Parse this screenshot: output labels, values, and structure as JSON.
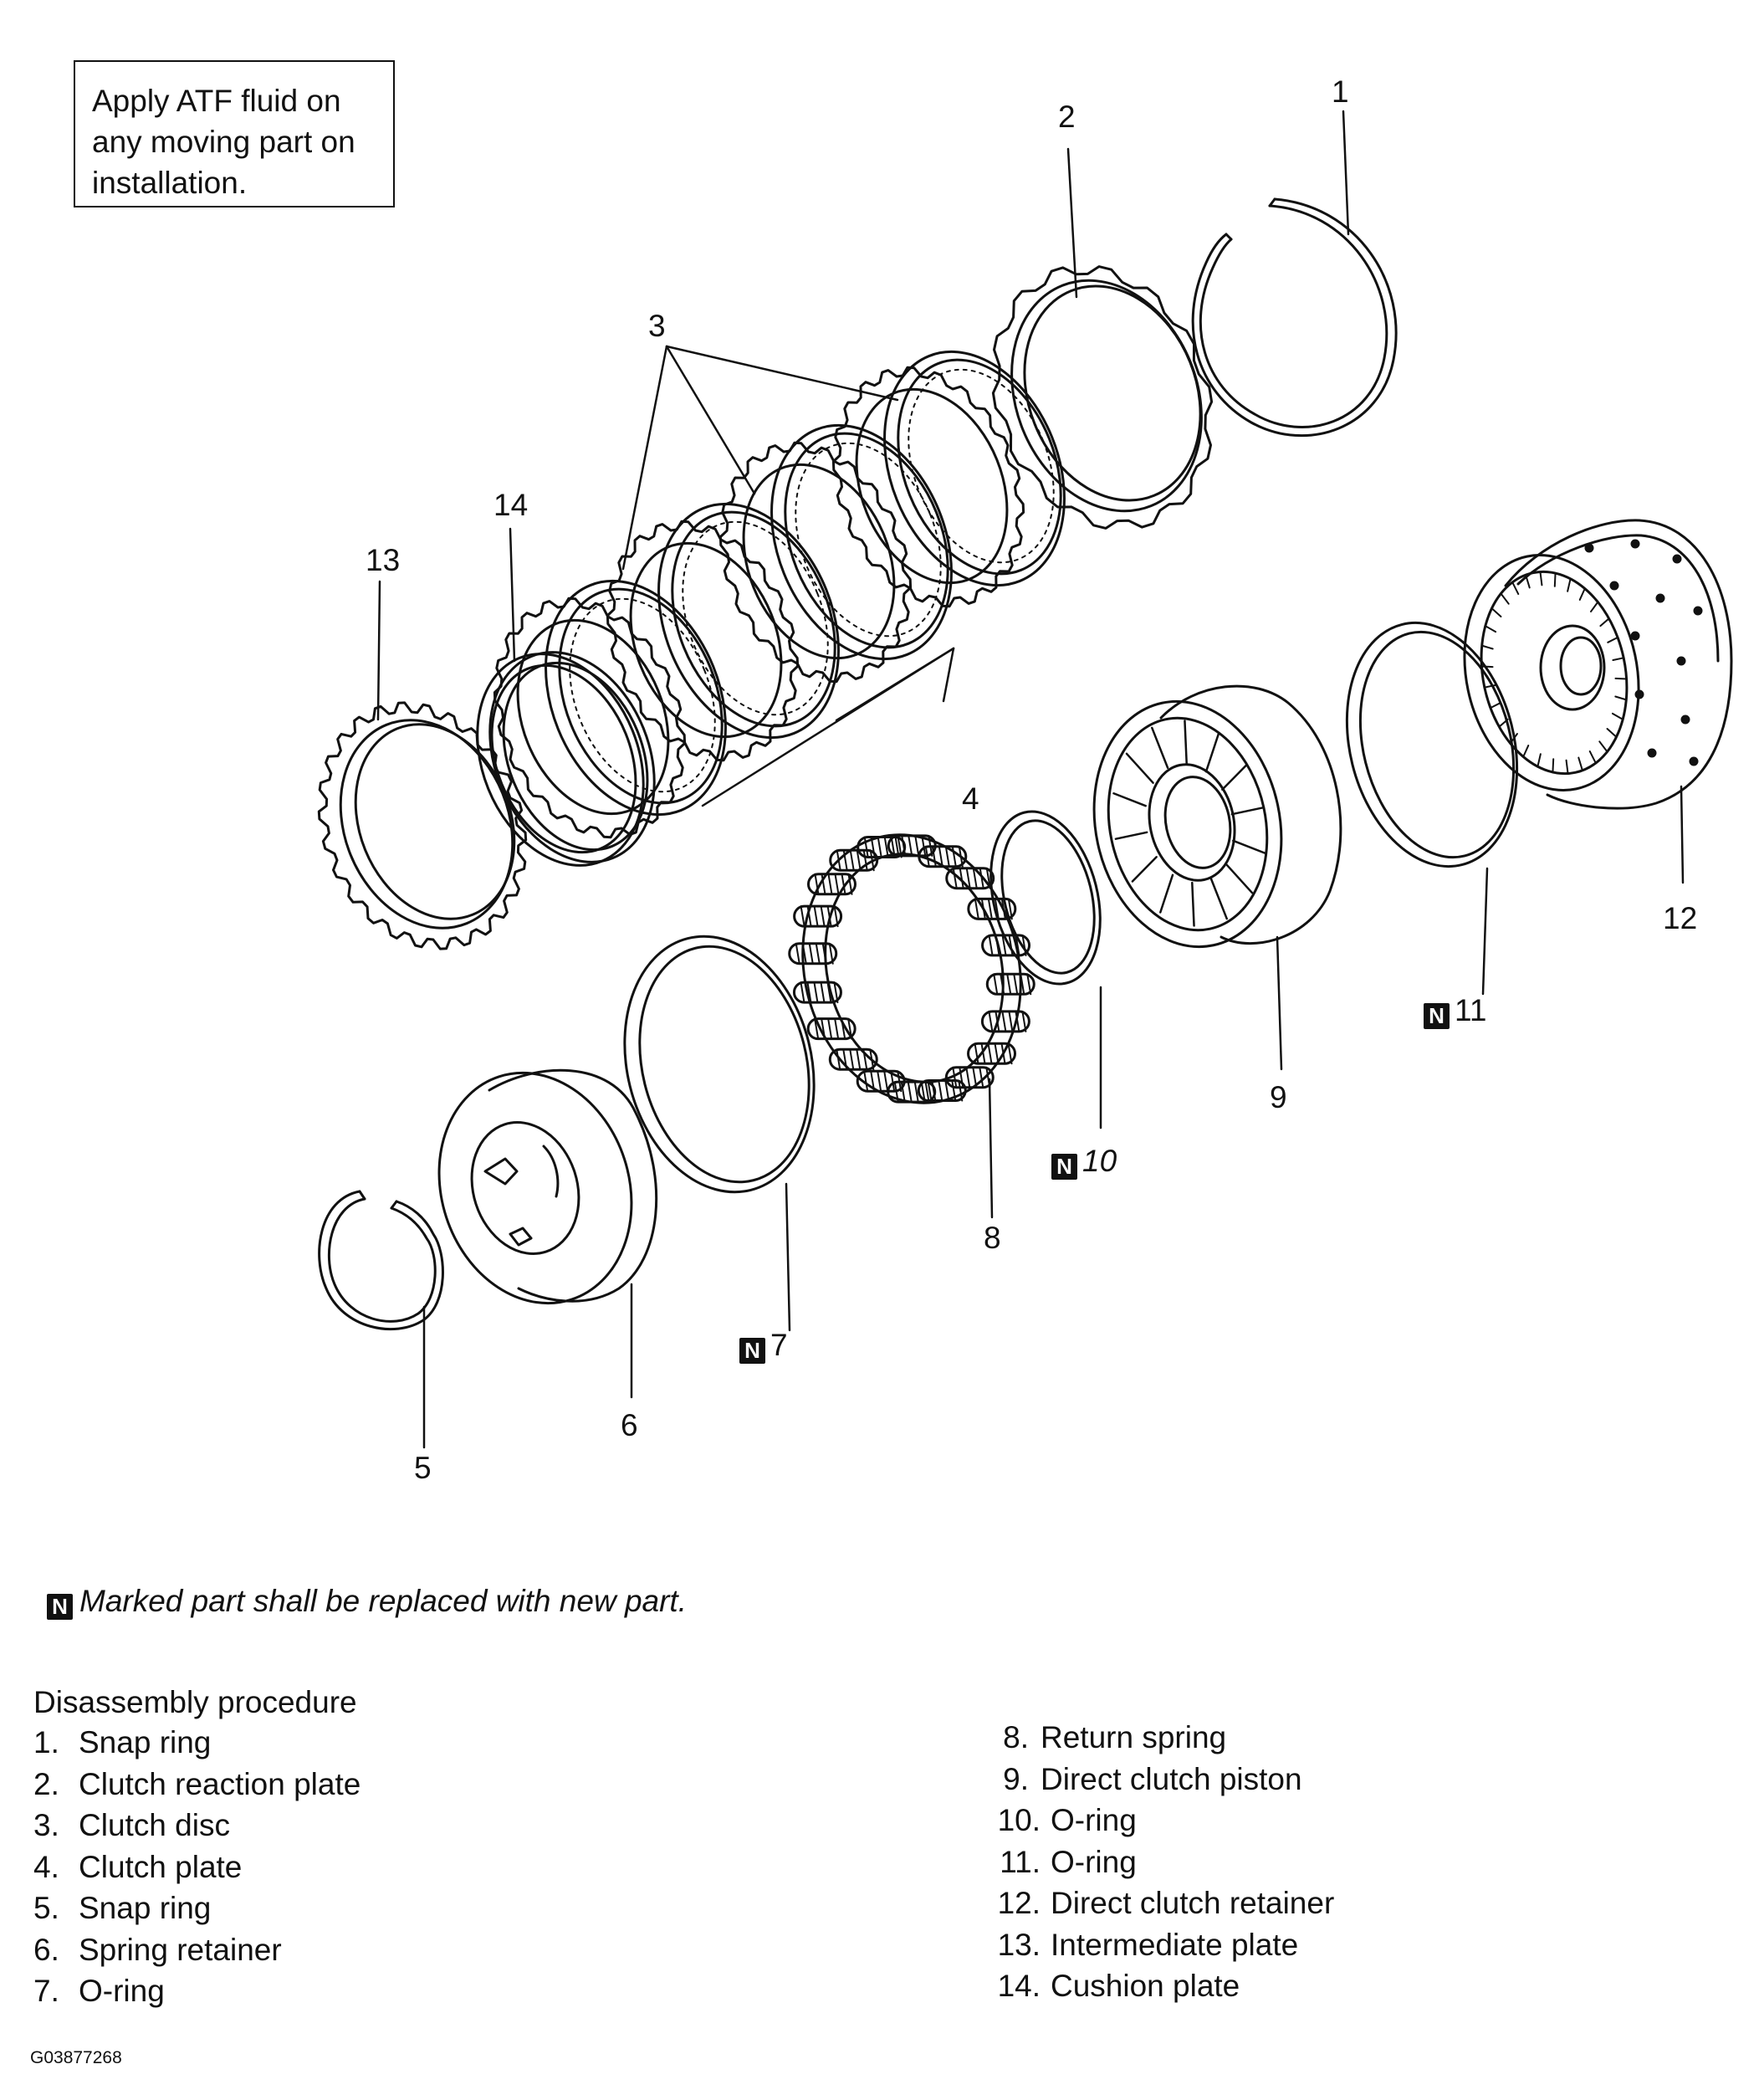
{
  "note_box": {
    "lines": [
      "Apply ATF fluid on",
      "any moving part on",
      "installation."
    ]
  },
  "callouts": [
    {
      "label": "1",
      "new_part": false
    },
    {
      "label": "2",
      "new_part": false
    },
    {
      "label": "3",
      "new_part": false
    },
    {
      "label": "4",
      "new_part": false
    },
    {
      "label": "5",
      "new_part": false
    },
    {
      "label": "6",
      "new_part": false
    },
    {
      "label": "7",
      "new_part": true
    },
    {
      "label": "8",
      "new_part": false
    },
    {
      "label": "9",
      "new_part": false
    },
    {
      "label": "10",
      "new_part": true
    },
    {
      "label": "11",
      "new_part": true
    },
    {
      "label": "12",
      "new_part": false
    },
    {
      "label": "13",
      "new_part": false
    },
    {
      "label": "14",
      "new_part": false
    }
  ],
  "new_part_symbol": "N",
  "legend_note": "Marked part shall be replaced with new part.",
  "procedure": {
    "title": "Disassembly procedure",
    "items": [
      {
        "num": "1.",
        "text": "Snap ring"
      },
      {
        "num": "2.",
        "text": "Clutch reaction plate"
      },
      {
        "num": "3.",
        "text": "Clutch disc"
      },
      {
        "num": "4.",
        "text": "Clutch plate"
      },
      {
        "num": "5.",
        "text": "Snap ring"
      },
      {
        "num": "6.",
        "text": "Spring retainer"
      },
      {
        "num": "7.",
        "text": "O-ring"
      },
      {
        "num": "8.",
        "text": "Return spring"
      },
      {
        "num": "9.",
        "text": "Direct clutch piston"
      },
      {
        "num": "10.",
        "text": "O-ring"
      },
      {
        "num": "11.",
        "text": "O-ring"
      },
      {
        "num": "12.",
        "text": "Direct clutch retainer"
      },
      {
        "num": "13.",
        "text": "Intermediate plate"
      },
      {
        "num": "14.",
        "text": "Cushion plate"
      }
    ]
  },
  "figure_code": "G03877268"
}
